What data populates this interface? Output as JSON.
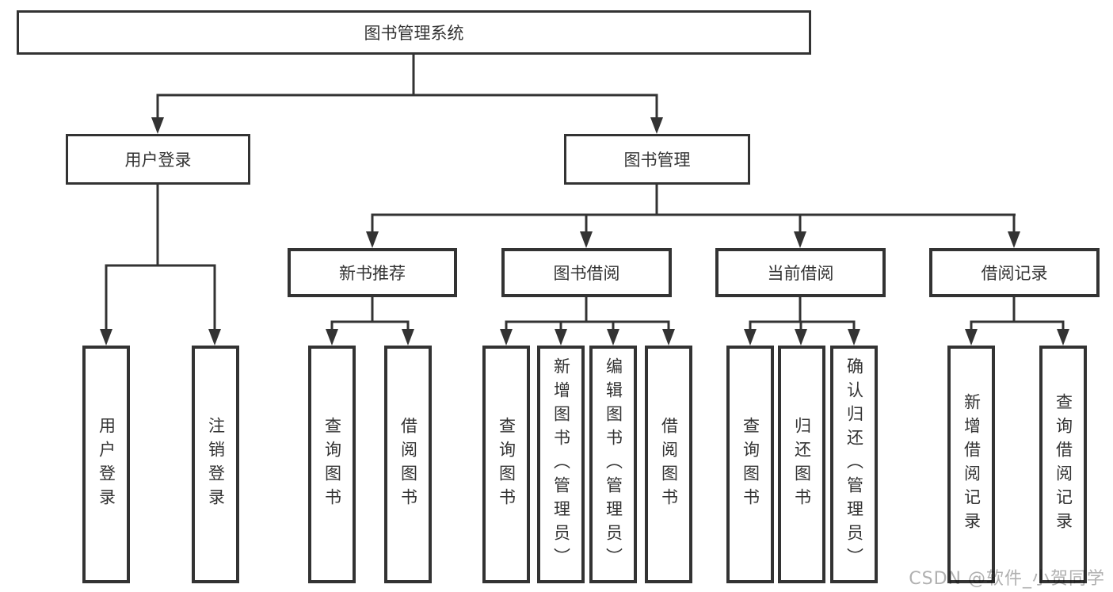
{
  "diagram_title": "图书管理系统",
  "tree": {
    "label": "图书管理系统",
    "children": [
      {
        "label": "用户登录",
        "children": [
          {
            "label": "用户登录"
          },
          {
            "label": "注销登录"
          }
        ]
      },
      {
        "label": "图书管理",
        "children": [
          {
            "label": "新书推荐",
            "children": [
              {
                "label": "查询图书"
              },
              {
                "label": "借阅图书"
              }
            ]
          },
          {
            "label": "图书借阅",
            "children": [
              {
                "label": "查询图书"
              },
              {
                "label": "新增图书（管理员）"
              },
              {
                "label": "编辑图书（管理员）"
              },
              {
                "label": "借阅图书"
              }
            ]
          },
          {
            "label": "当前借阅",
            "children": [
              {
                "label": "查询图书"
              },
              {
                "label": "归还图书"
              },
              {
                "label": "确认归还（管理员）"
              }
            ]
          },
          {
            "label": "借阅记录",
            "children": [
              {
                "label": "新增借阅记录"
              },
              {
                "label": "查询借阅记录"
              }
            ]
          }
        ]
      }
    ]
  },
  "watermark": "CSDN @软件_小贺同学",
  "colors": {
    "line": "#333333",
    "text": "#333333",
    "box_background": "#ffffff",
    "page_background": "#ffffff",
    "watermark": "#b0b0b0"
  }
}
